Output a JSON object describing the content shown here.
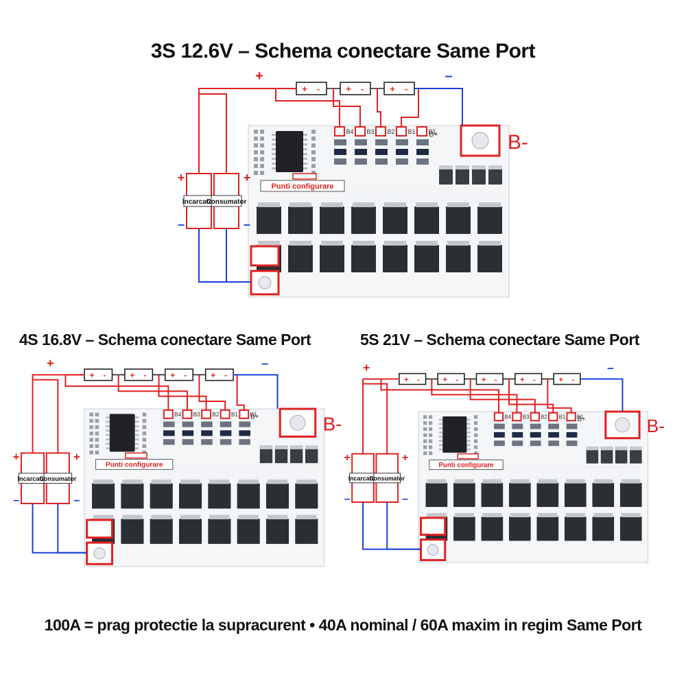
{
  "titles": {
    "top": "3S 12.6V – Schema conectare Same Port",
    "left": "4S 16.8V – Schema conectare Same Port",
    "right": "5S 21V – Schema conectare Same Port"
  },
  "footer": "100A = prag protectie la supracurent • 40A nominal / 60A maxim in regim Same Port",
  "labels": {
    "charger": "Incarcator",
    "consumer": "Consumator",
    "config": "Punti configurare",
    "bminus": "B-",
    "bplus": "B+",
    "plus": "+",
    "minus": "–",
    "cell_plus": "+",
    "cell_minus": "-"
  },
  "diagrams": [
    {
      "id": "top",
      "cells": 3,
      "balance_pins": [
        "B4",
        "B3",
        "B2",
        "B1",
        "B1"
      ]
    },
    {
      "id": "left",
      "cells": 4,
      "balance_pins": [
        "B4",
        "B3",
        "B2",
        "B1",
        "B1"
      ]
    },
    {
      "id": "right",
      "cells": 5,
      "balance_pins": [
        "B4",
        "B3",
        "B2",
        "B1",
        "B1"
      ]
    }
  ],
  "colors": {
    "red": "#e02020",
    "blue": "#1a3fd6",
    "pcb": "#f4f6f8",
    "mosfet": "#2b2e33"
  }
}
